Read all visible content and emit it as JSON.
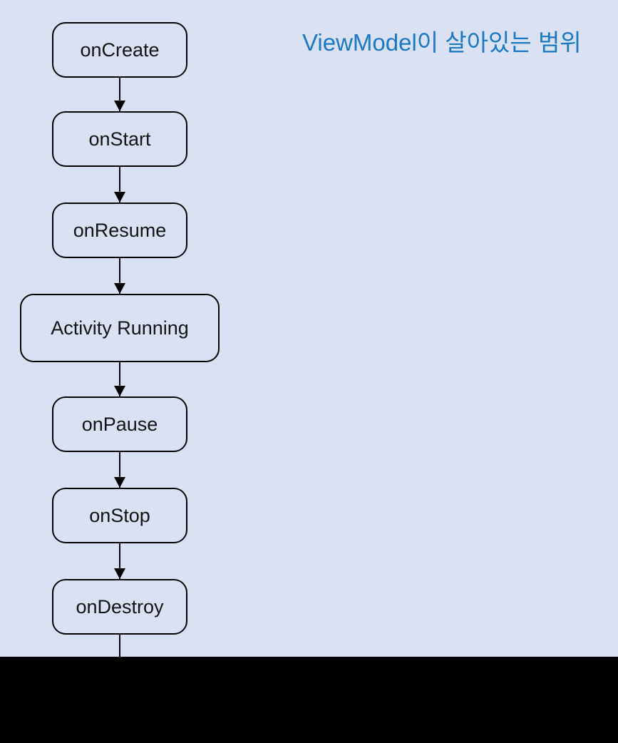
{
  "title": {
    "text": "ViewModel이 살아있는 범위"
  },
  "flowchart": {
    "nodes": [
      {
        "label": "onCreate"
      },
      {
        "label": "onStart"
      },
      {
        "label": "onResume"
      },
      {
        "label": "Activity Running"
      },
      {
        "label": "onPause"
      },
      {
        "label": "onStop"
      },
      {
        "label": "onDestroy"
      }
    ]
  },
  "colors": {
    "background": "#d9e1f2",
    "node_fill": "#d9e1f2",
    "node_border": "#000000",
    "node_text": "#131313",
    "title_blue": "#1a78c4",
    "bottom_band": "#000000"
  }
}
